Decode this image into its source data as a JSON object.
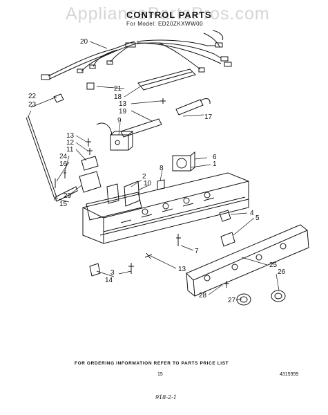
{
  "watermark": "AppliancePartsPros.com",
  "header": {
    "title": "CONTROL PARTS",
    "model_line": "For Model: ED20ZKXWW00"
  },
  "callouts": [
    "20",
    "21",
    "18",
    "22",
    "23",
    "13",
    "19",
    "17",
    "9",
    "13",
    "12",
    "11",
    "24",
    "16",
    "29",
    "15",
    "2",
    "10",
    "8",
    "6",
    "1",
    "4",
    "5",
    "7",
    "13",
    "3",
    "14",
    "25",
    "26",
    "28",
    "27"
  ],
  "footer": {
    "ordering_note": "FOR ORDERING INFORMATION REFER TO PARTS PRICE LIST",
    "page_number": "15",
    "part_number": "4315999",
    "handwritten": "918-2-1"
  }
}
